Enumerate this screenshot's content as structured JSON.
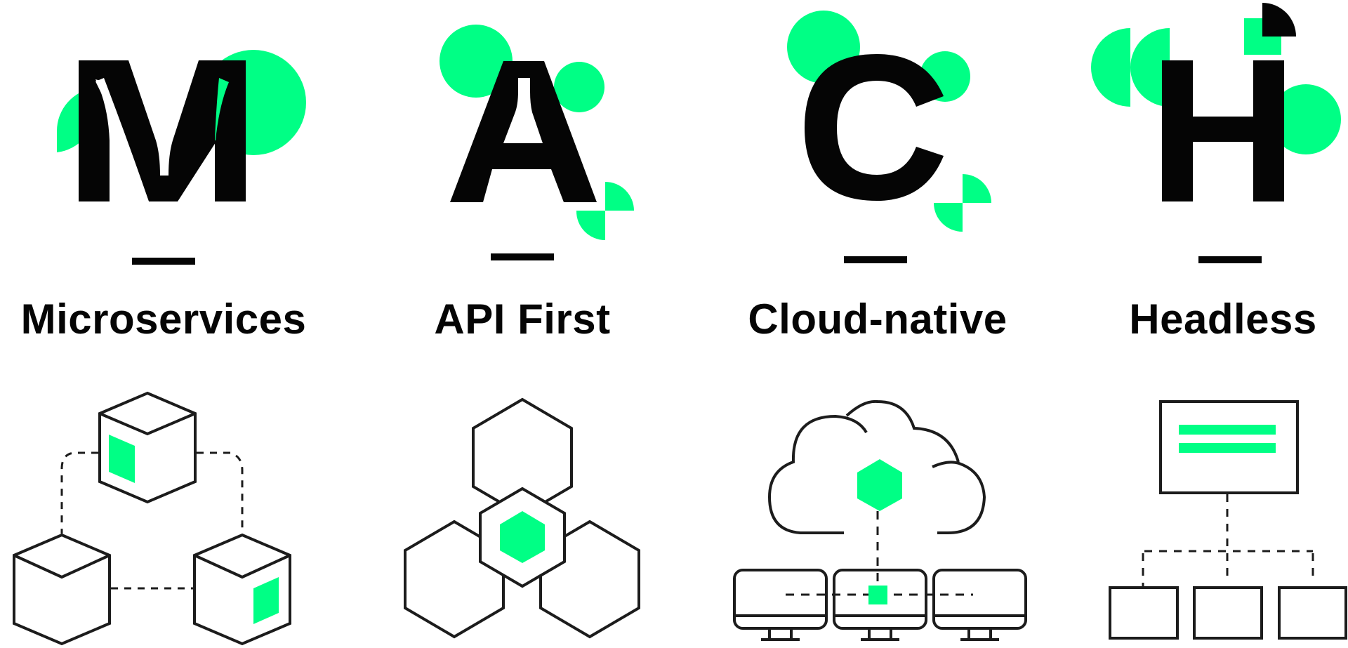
{
  "colors": {
    "accent": "#00ff85",
    "ink": "#050505",
    "line": "#1c1c1c",
    "background": "#ffffff"
  },
  "pillars": [
    {
      "letter": "M",
      "label": "Microservices",
      "illustration": "connected-cubes-icon"
    },
    {
      "letter": "A",
      "label": "API First",
      "illustration": "hexagon-cluster-icon"
    },
    {
      "letter": "C",
      "label": "Cloud-native",
      "illustration": "cloud-monitors-icon"
    },
    {
      "letter": "H",
      "label": "Headless",
      "illustration": "head-tree-icon"
    }
  ]
}
